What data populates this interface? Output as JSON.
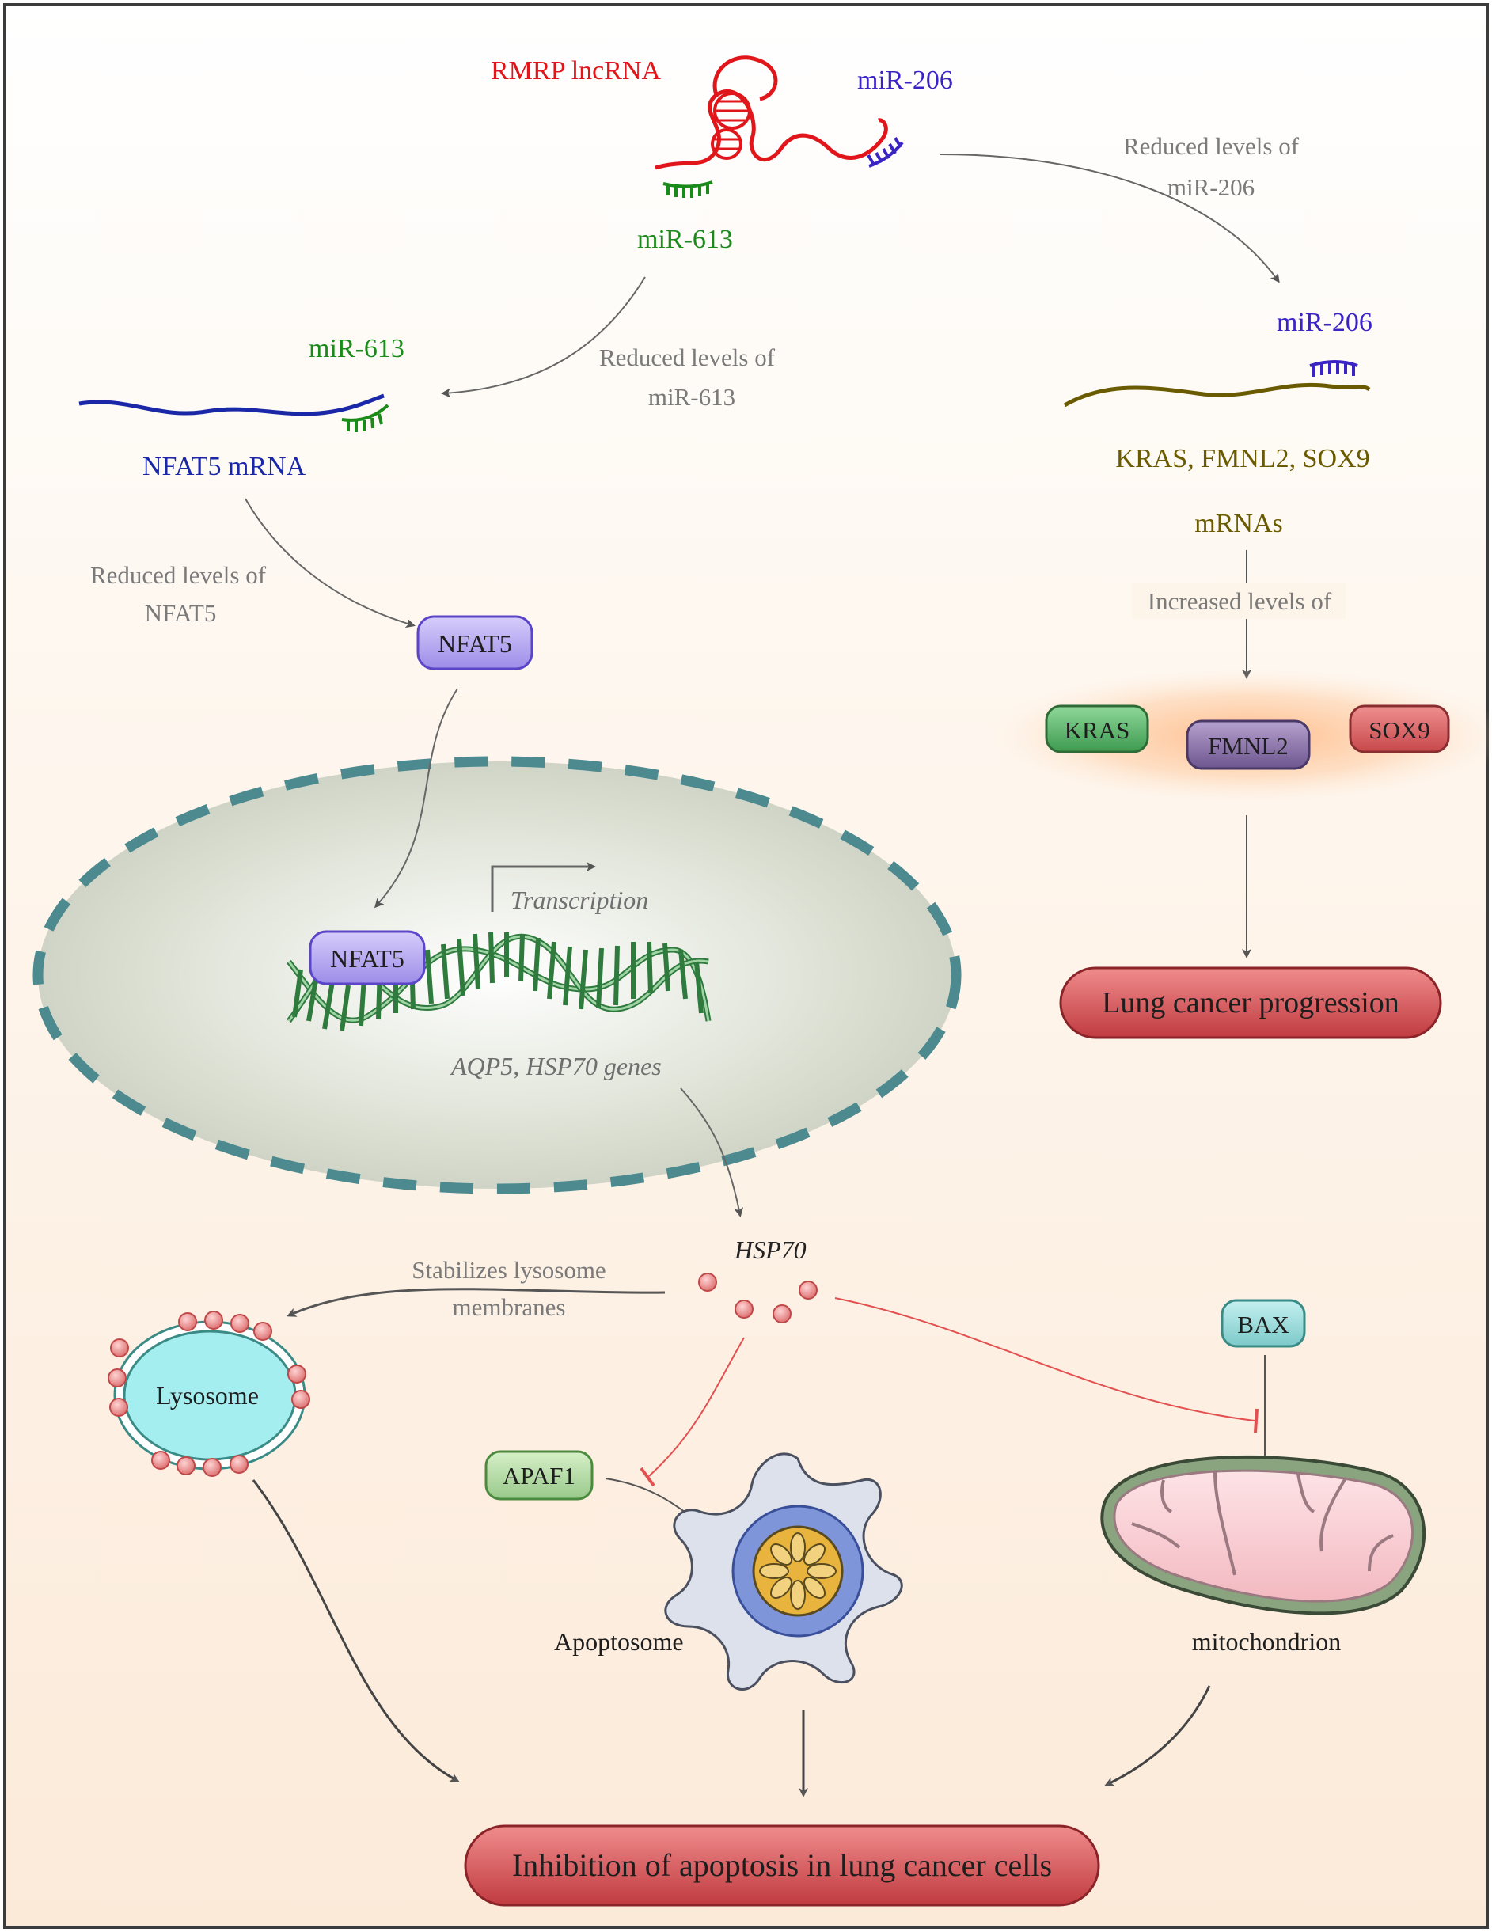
{
  "colors": {
    "rmrp": "#e0161b",
    "mir206": "#3b24c4",
    "mir613": "#1a8a1a",
    "nfat5_mrna": "#1a28a8",
    "kras_mrna": "#6b5b00",
    "gray_text": "#7a7a7a",
    "inhibition": "#e35050",
    "nucleus_border": "#4d8a8f",
    "outcome_box": "#c8454a"
  },
  "rna": {
    "rmrp_label": "RMRP lncRNA",
    "mir206_top_label": "miR-206",
    "mir613_top_label": "miR-613",
    "mir613_bound_label": "miR-613",
    "nfat5_mrna_label": "NFAT5 mRNA",
    "mir206_bound_label": "miR-206",
    "kras_mrna_label_1": "KRAS, FMNL2, SOX9",
    "kras_mrna_label_2": "mRNAs"
  },
  "annotations": {
    "reduced_mir206_1": "Reduced levels of",
    "reduced_mir206_2": "miR-206",
    "reduced_mir613_1": "Reduced levels of",
    "reduced_mir613_2": "miR-613",
    "reduced_nfat5_1": "Reduced levels of",
    "reduced_nfat5_2": "NFAT5",
    "increased_levels": "Increased levels of",
    "stabilizes_1": "Stabilizes lysosome",
    "stabilizes_2": "membranes"
  },
  "proteins": {
    "nfat5": "NFAT5",
    "nfat5_bound": "NFAT5",
    "kras": "KRAS",
    "fmnl2": "FMNL2",
    "sox9": "SOX9",
    "bax": "BAX",
    "apaf1": "APAF1"
  },
  "nucleus": {
    "transcription_label": "Transcription",
    "genes_label": "AQP5, HSP70 genes"
  },
  "hsp70_label": "HSP70",
  "organelles": {
    "lysosome": "Lysosome",
    "apoptosome": "Apoptosome",
    "mitochondrion": "mitochondrion"
  },
  "outcomes": {
    "lung_cancer_progression": "Lung cancer progression",
    "inhibition_apoptosis": "Inhibition of apoptosis in lung cancer cells"
  }
}
